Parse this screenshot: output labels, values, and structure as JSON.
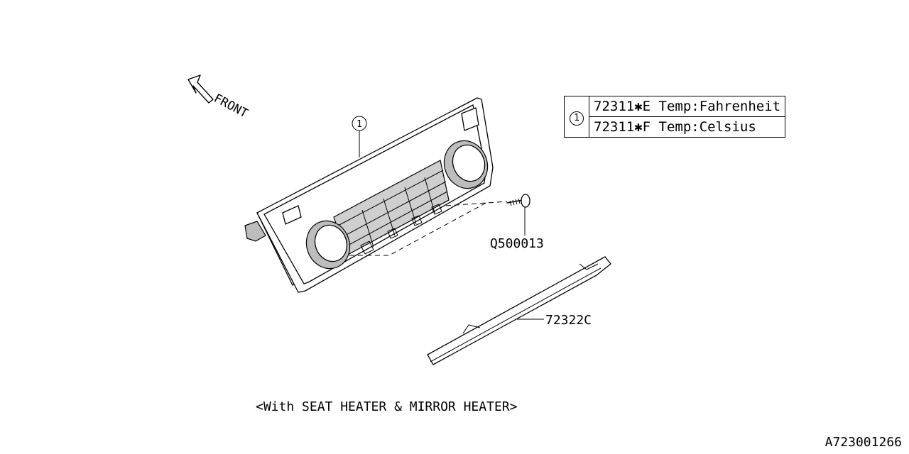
{
  "direction_label": "FRONT",
  "callouts": {
    "ref_1": "1",
    "screw": "Q500013",
    "cover": "72322C"
  },
  "parts_table": {
    "ref": "1",
    "rows": [
      {
        "code": "72311✱E",
        "desc": "Temp:Fahrenheit"
      },
      {
        "code": "72311✱F",
        "desc": "Temp:Celsius"
      }
    ]
  },
  "caption": "<With SEAT HEATER & MIRROR HEATER>",
  "figure_id": "A723001266"
}
